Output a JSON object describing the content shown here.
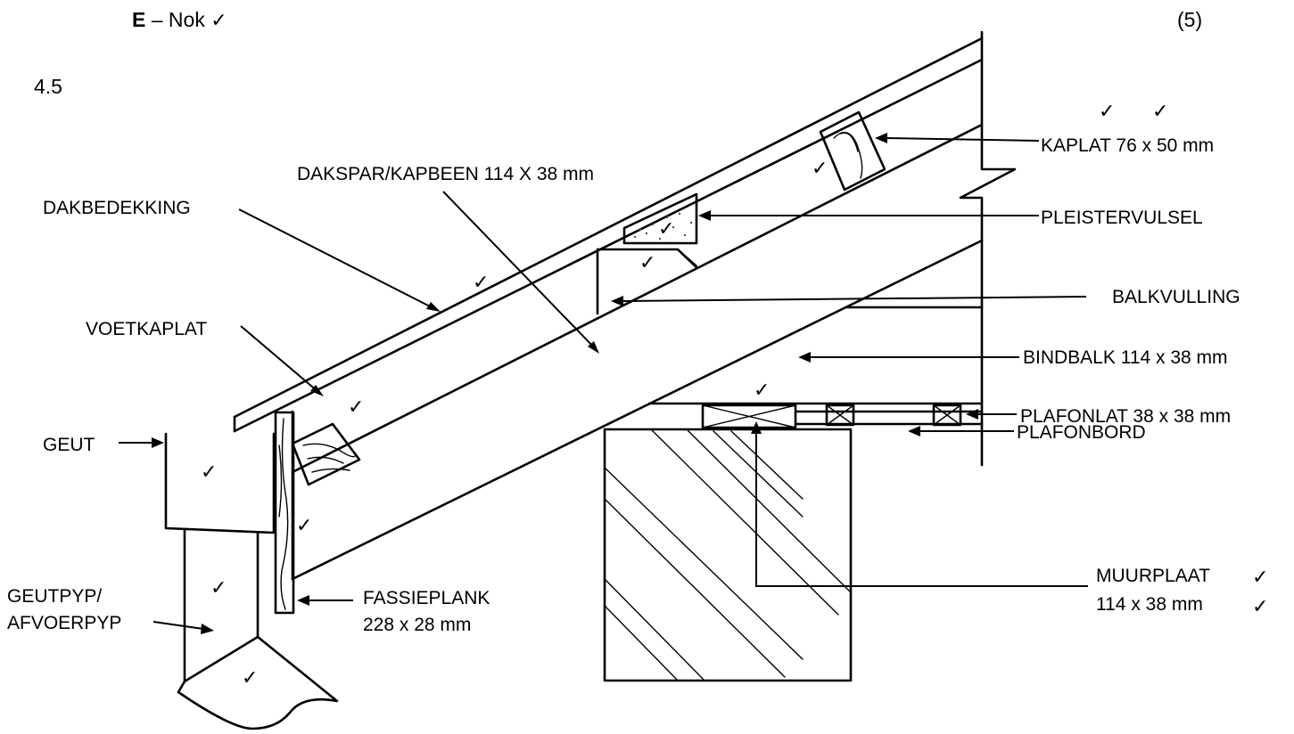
{
  "header": {
    "item_letter": "E",
    "item_text": " – Nok ",
    "item_tick": "✓",
    "marks": "(5)",
    "question_number": "4.5"
  },
  "labels": {
    "dakbedekking": "DAKBEDEKKING",
    "dakspar": "DAKSPAR/KAPBEEN 114 X 38 mm",
    "voetkaplat": "VOETKAPLAT",
    "geut": "GEUT",
    "geutpyp_line1": "GEUTPYP/",
    "geutpyp_line2": "AFVOERPYP",
    "fassieplank_line1": "FASSIEPLANK",
    "fassieplank_line2": "228 x 28 mm",
    "kaplat": "KAPLAT 76 x 50 mm",
    "pleistervulsel": "PLEISTERVULSEL",
    "balkvulling": "BALKVULLING",
    "bindbalk": "BINDBALK 114 x 38 mm",
    "plafonlat": "PLAFONLAT 38 x 38 mm",
    "plafonbord": "PLAFONBORD",
    "muurplaat_line1": "MUURPLAAT",
    "muurplaat_line2": "114 x 38 mm"
  },
  "tick_symbol": "✓"
}
